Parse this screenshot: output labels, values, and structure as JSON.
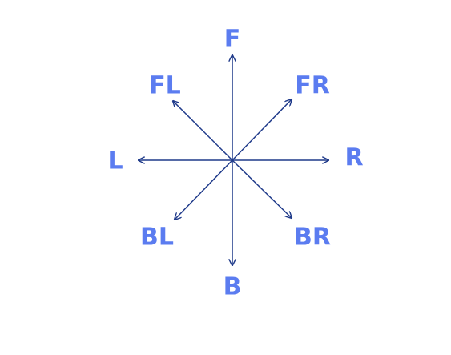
{
  "diagram": {
    "colors": {
      "arrow": "#1f3a8a",
      "label": "#5b7cf0",
      "background": "#ffffff"
    },
    "directions": [
      {
        "id": "f",
        "label": "F"
      },
      {
        "id": "fr",
        "label": "FR"
      },
      {
        "id": "r",
        "label": "R"
      },
      {
        "id": "br",
        "label": "BR"
      },
      {
        "id": "b",
        "label": "B"
      },
      {
        "id": "bl",
        "label": "BL"
      },
      {
        "id": "l",
        "label": "L"
      },
      {
        "id": "fl",
        "label": "FL"
      }
    ]
  }
}
